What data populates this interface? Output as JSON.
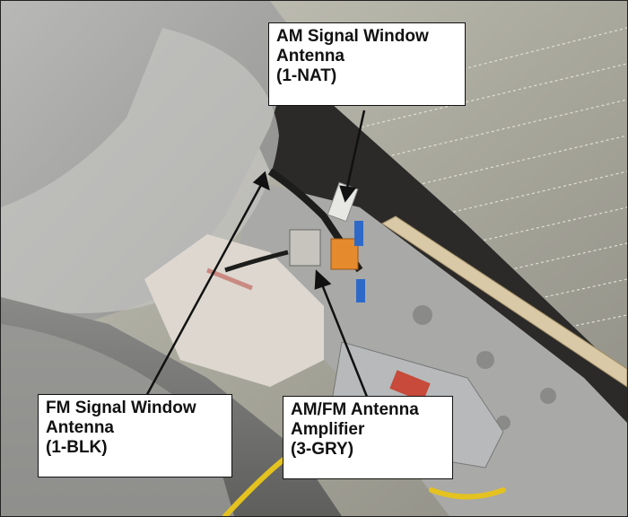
{
  "figure": {
    "callouts": [
      {
        "id": "am",
        "lines": [
          "AM Signal Window",
          "Antenna",
          "(1-NAT)"
        ]
      },
      {
        "id": "fm",
        "lines": [
          "FM Signal Window",
          "Antenna",
          "(1-BLK)"
        ]
      },
      {
        "id": "amp",
        "lines": [
          "AM/FM Antenna",
          "Amplifier",
          "(3-GRY)"
        ]
      }
    ]
  }
}
